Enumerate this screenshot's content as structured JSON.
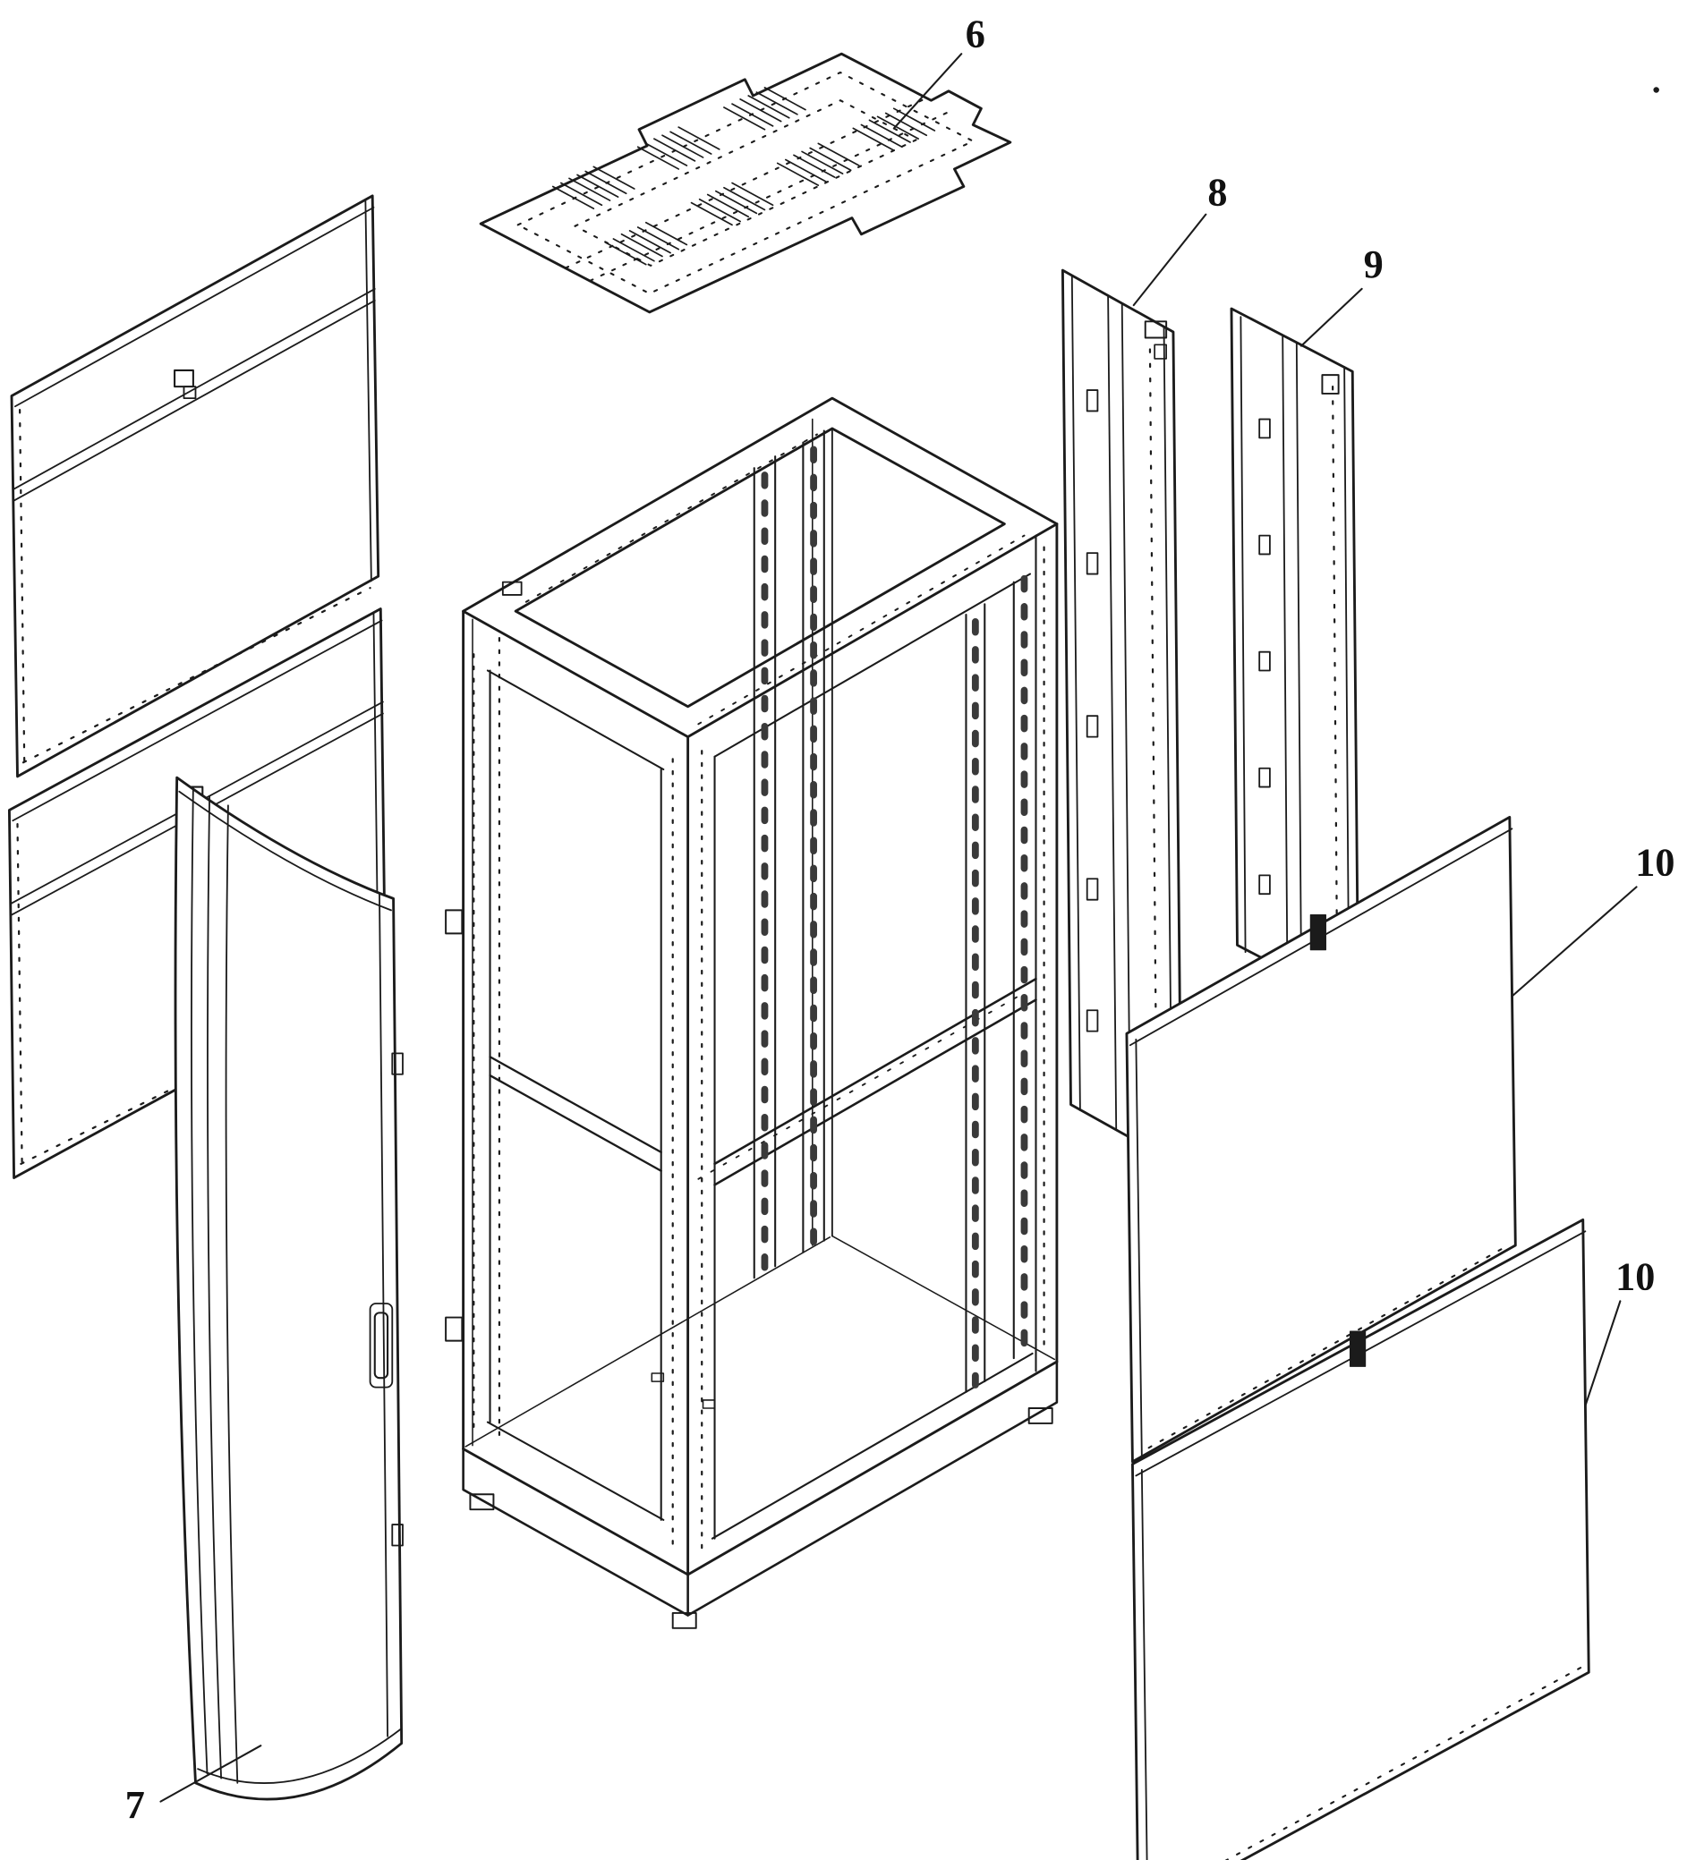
{
  "diagram": {
    "kind": "exploded-assembly-line-drawing",
    "background_color": "#ffffff",
    "line_color": "#1b1b1b",
    "labels": [
      {
        "text": "6",
        "part": "top-panel"
      },
      {
        "text": "8",
        "part": "rear-door-first"
      },
      {
        "text": "9",
        "part": "rear-door-second"
      },
      {
        "text": "10",
        "part": "side-panel-upper"
      },
      {
        "text": "10",
        "part": "side-panel-lower"
      },
      {
        "text": "7",
        "part": "front-door"
      }
    ]
  }
}
